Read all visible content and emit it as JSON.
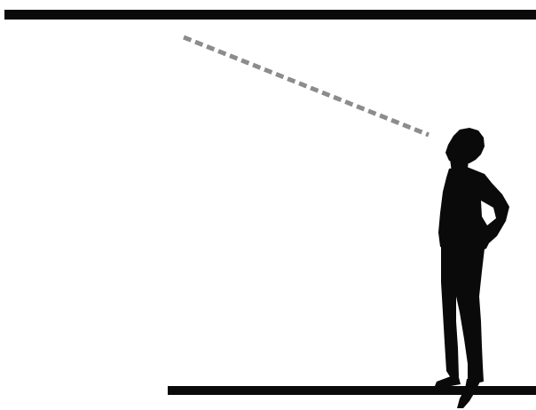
{
  "colors": {
    "background": "#ffffff",
    "ceiling_line": "#0a0a0a",
    "floor_line": "#0a0a0a",
    "sight_line": "#8c8c8c",
    "person_silhouette": "#0a0a0a"
  },
  "elements": {
    "ceiling": "ceiling-line",
    "floor": "floor-line",
    "sight_line": "dashed-sight-line",
    "person": "person-silhouette-icon"
  }
}
